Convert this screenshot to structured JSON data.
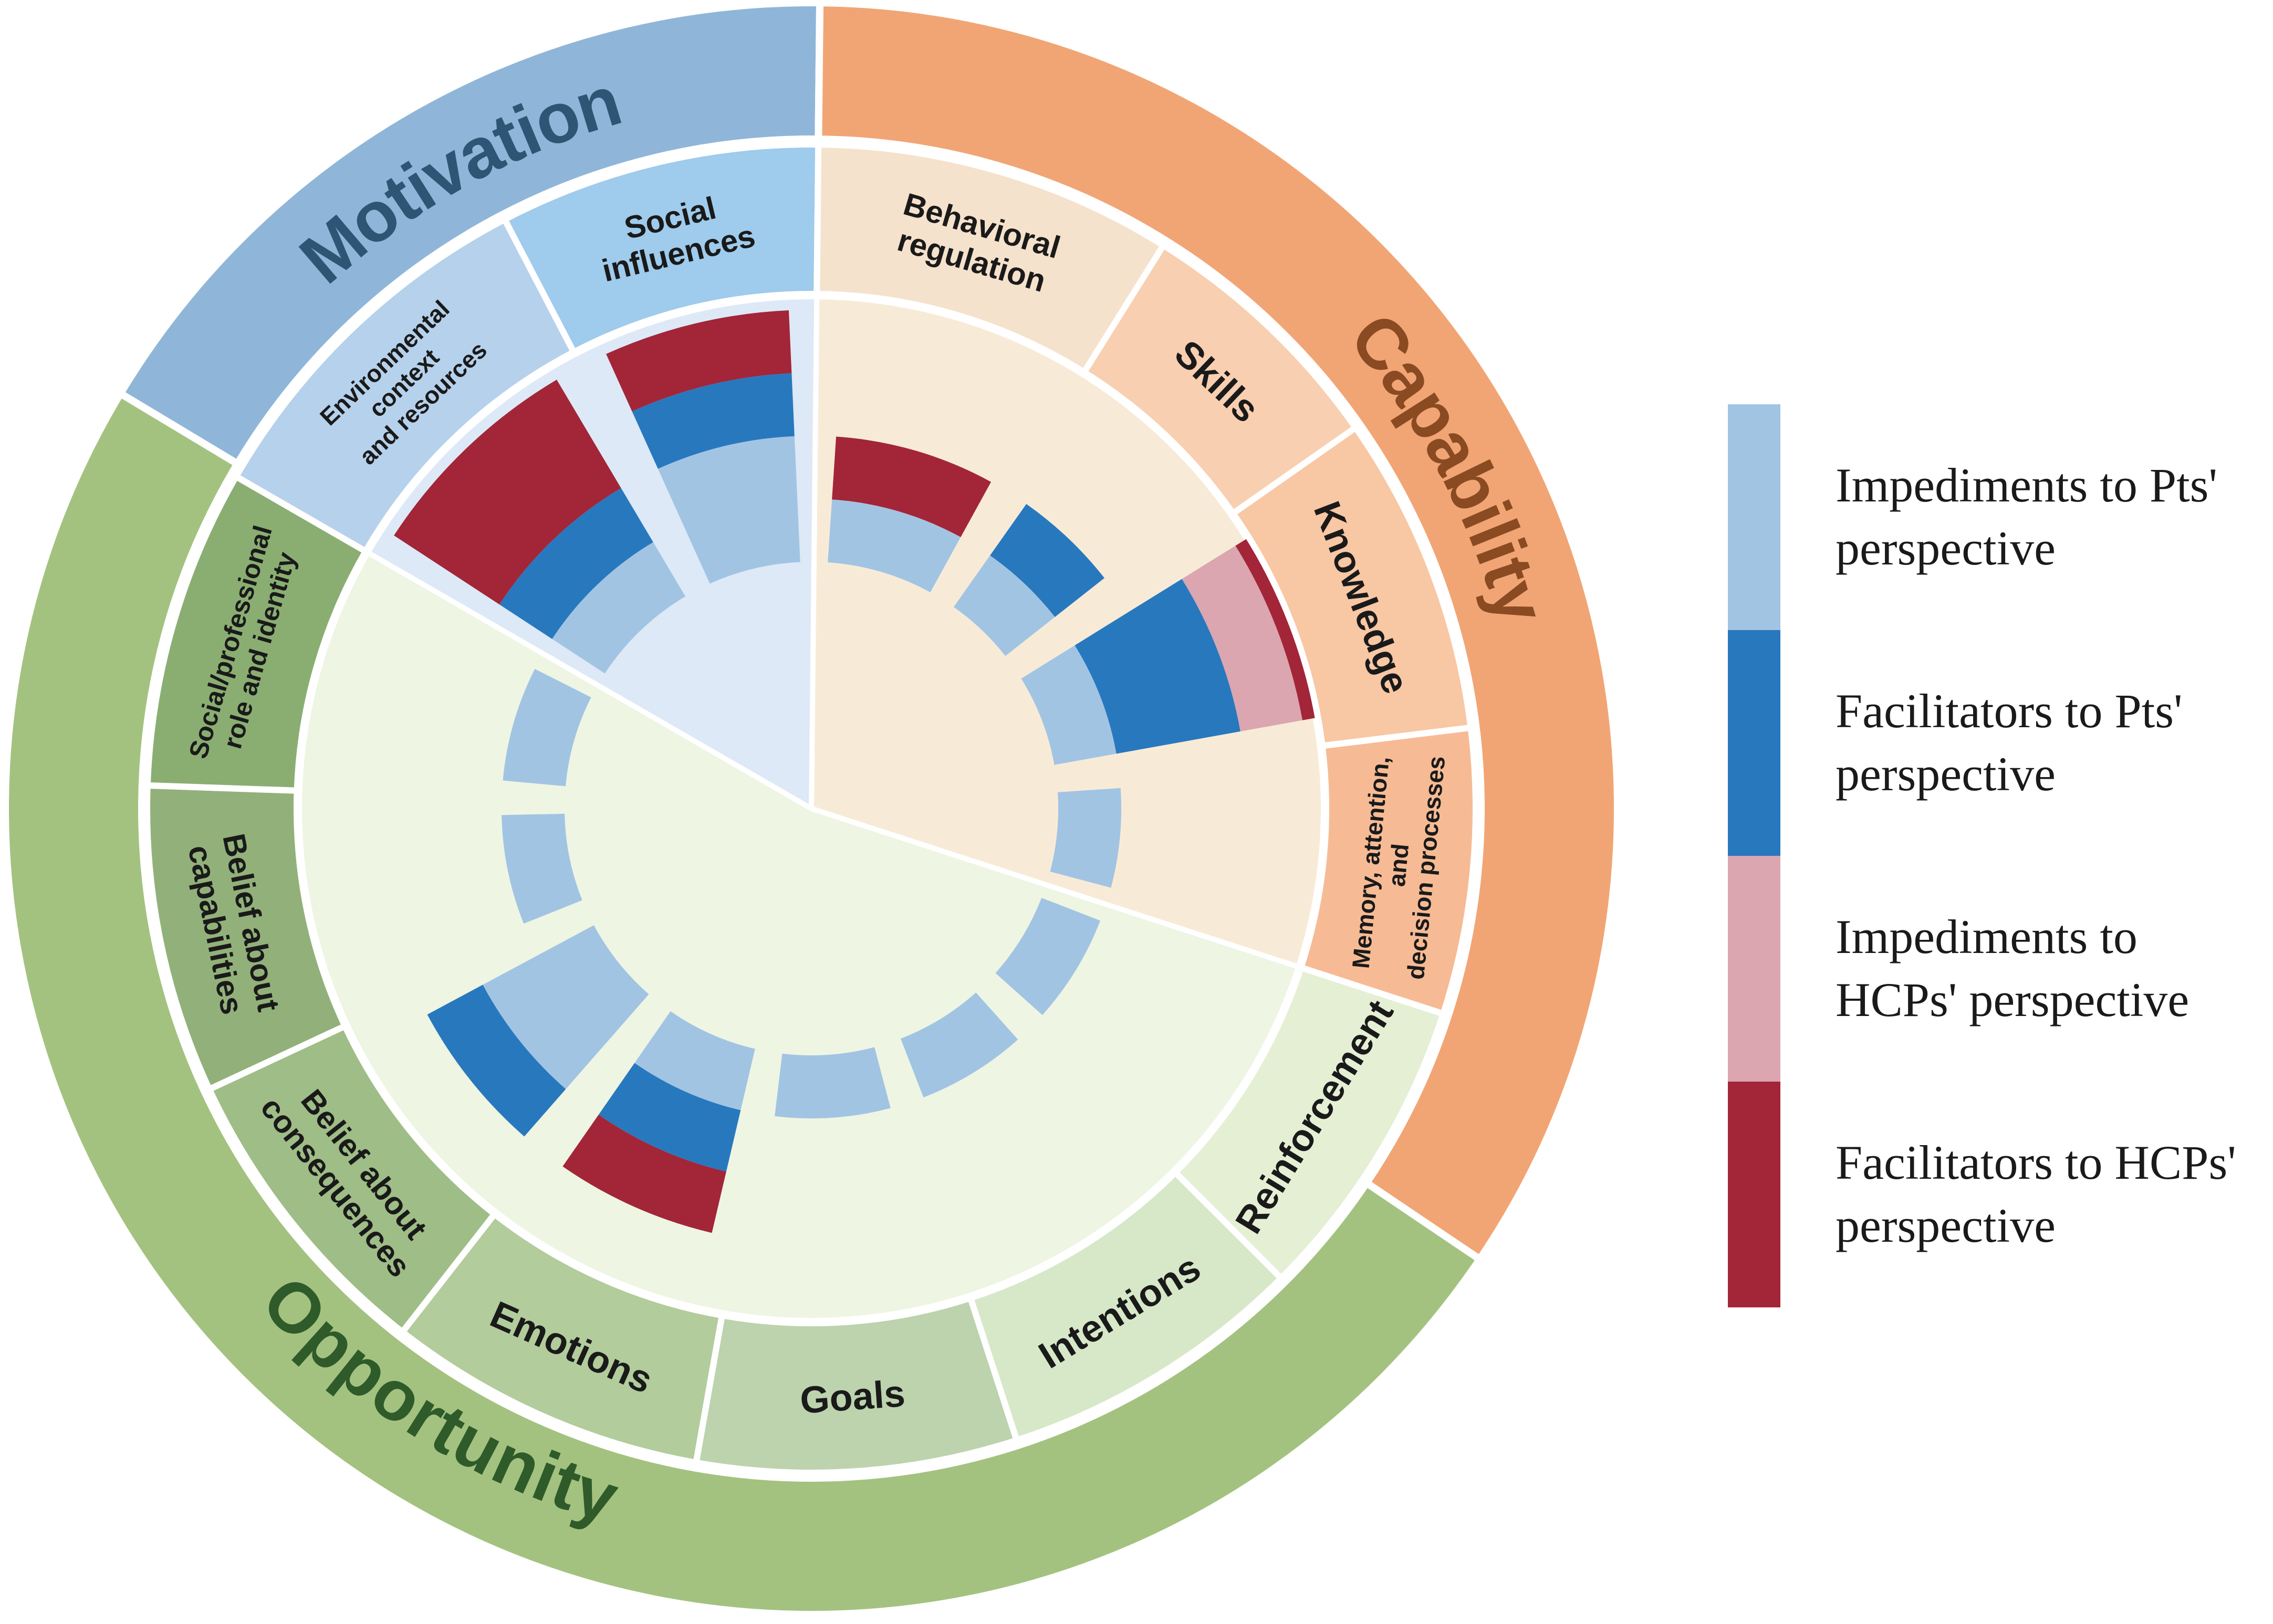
{
  "domains": [
    {
      "name": "Motivation",
      "color": "#8fb6d8",
      "text_color": "#2f5574"
    },
    {
      "name": "Capability",
      "color": "#f1a574",
      "text_color": "#8a4a22"
    },
    {
      "name": "Opportunity",
      "color": "#a3c27f",
      "text_color": "#2f5a2a"
    }
  ],
  "segments": [
    {
      "lines": [
        "Social",
        "influences"
      ],
      "domain": "Motivation",
      "color": "#9fcbec",
      "bars": [
        {
          "type": "pts_impediment",
          "level": 2
        },
        {
          "type": "pts_facilitator",
          "level": 1
        },
        {
          "type": "hcp_facilitator",
          "level": 1
        }
      ]
    },
    {
      "lines": [
        "Behavioral",
        "regulation"
      ],
      "domain": "Capability",
      "color": "#f5e2cc",
      "bars": [
        {
          "type": "pts_impediment",
          "level": 1
        },
        {
          "type": "hcp_facilitator",
          "level": 1
        }
      ]
    },
    {
      "lines": [
        "Skills"
      ],
      "domain": "Capability",
      "color": "#f8cfb0",
      "bars": [
        {
          "type": "pts_impediment",
          "level": 1
        },
        {
          "type": "pts_facilitator",
          "level": 1
        }
      ]
    },
    {
      "lines": [
        "Knowledge"
      ],
      "domain": "Capability",
      "color": "#f8c7a4",
      "bars": [
        {
          "type": "pts_impediment",
          "level": 1
        },
        {
          "type": "pts_facilitator",
          "level": 2
        },
        {
          "type": "hcp_impediment",
          "level": 1
        },
        {
          "type": "hcp_facilitator",
          "level": 2
        }
      ]
    },
    {
      "lines": [
        "Memory, attention,",
        "and",
        "decision processes"
      ],
      "domain": "Capability",
      "color": "#f6bb94",
      "bars": [
        {
          "type": "pts_impediment",
          "level": 1
        }
      ]
    },
    {
      "lines": [
        "Reinforcement"
      ],
      "domain": "Opportunity",
      "color": "#e4efd4",
      "bars": [
        {
          "type": "pts_impediment",
          "level": 1
        }
      ]
    },
    {
      "lines": [
        "Intentions"
      ],
      "domain": "Opportunity",
      "color": "#d6e8c8",
      "bars": [
        {
          "type": "pts_impediment",
          "level": 1
        }
      ]
    },
    {
      "lines": [
        "Goals"
      ],
      "domain": "Opportunity",
      "color": "#bcd3ad",
      "bars": [
        {
          "type": "pts_impediment",
          "level": 1
        }
      ]
    },
    {
      "lines": [
        "Emotions"
      ],
      "domain": "Opportunity",
      "color": "#b2cc9c",
      "bars": [
        {
          "type": "pts_impediment",
          "level": 1
        },
        {
          "type": "pts_facilitator",
          "level": 1
        },
        {
          "type": "hcp_facilitator",
          "level": 1
        }
      ]
    },
    {
      "lines": [
        "Belief about",
        "consequences"
      ],
      "domain": "Opportunity",
      "color": "#9fbd86",
      "bars": [
        {
          "type": "pts_impediment",
          "level": 2
        },
        {
          "type": "pts_facilitator",
          "level": 1
        }
      ]
    },
    {
      "lines": [
        "Belief about",
        "capabilities"
      ],
      "domain": "Opportunity",
      "color": "#92b17a",
      "bars": [
        {
          "type": "pts_impediment",
          "level": 1
        }
      ]
    },
    {
      "lines": [
        "Social/professional",
        "role and identity"
      ],
      "domain": "Opportunity",
      "color": "#8aae72",
      "bars": [
        {
          "type": "pts_impediment",
          "level": 1
        }
      ]
    },
    {
      "lines": [
        "Environmental",
        "context",
        "and resources"
      ],
      "domain": "Motivation",
      "color": "#b6d1ec",
      "bars": [
        {
          "type": "pts_impediment",
          "level": 1
        },
        {
          "type": "pts_facilitator",
          "level": 1
        },
        {
          "type": "hcp_facilitator",
          "level": 2
        }
      ]
    }
  ],
  "legend": [
    {
      "type": "pts_impediment",
      "color": "#a2c4e3",
      "lines": [
        "Impediments to Pts'",
        "perspective"
      ]
    },
    {
      "type": "pts_facilitator",
      "color": "#2878be",
      "lines": [
        "Facilitators to Pts'",
        "perspective"
      ]
    },
    {
      "type": "hcp_impediment",
      "color": "#dba6b0",
      "lines": [
        "Impediments to",
        "HCPs' perspective"
      ]
    },
    {
      "type": "hcp_facilitator",
      "color": "#a32538",
      "lines": [
        "Facilitators to HCPs'",
        "perspective"
      ]
    }
  ],
  "colors": {
    "inner_motivation": "#dde9f6",
    "inner_capability": "#f7ebd8",
    "inner_opportunity": "#eef5e3",
    "background": "#ffffff"
  }
}
